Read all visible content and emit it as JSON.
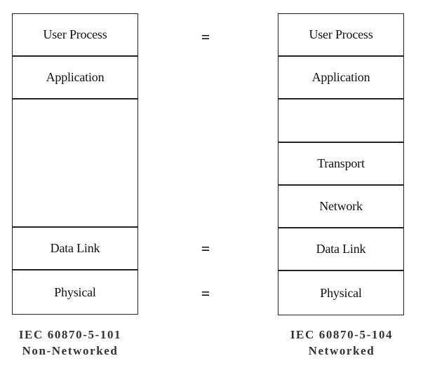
{
  "left_stack": {
    "layers": [
      {
        "label": "User Process"
      },
      {
        "label": "Application"
      },
      {
        "label": ""
      },
      {
        "label": "Data Link"
      },
      {
        "label": "Physical"
      }
    ],
    "caption_line1": "IEC 60870-5-101",
    "caption_line2": "Non-Networked"
  },
  "right_stack": {
    "layers": [
      {
        "label": "User Process"
      },
      {
        "label": "Application"
      },
      {
        "label": ""
      },
      {
        "label": "Transport"
      },
      {
        "label": "Network"
      },
      {
        "label": "Data Link"
      },
      {
        "label": "Physical"
      }
    ],
    "caption_line1": "IEC 60870-5-104",
    "caption_line2": "Networked"
  },
  "equivalence": {
    "user_process": "=",
    "data_link": "=",
    "physical": "="
  },
  "colors": {
    "line": "#222222",
    "text": "#111111",
    "caption": "#333333",
    "background": "#ffffff"
  }
}
